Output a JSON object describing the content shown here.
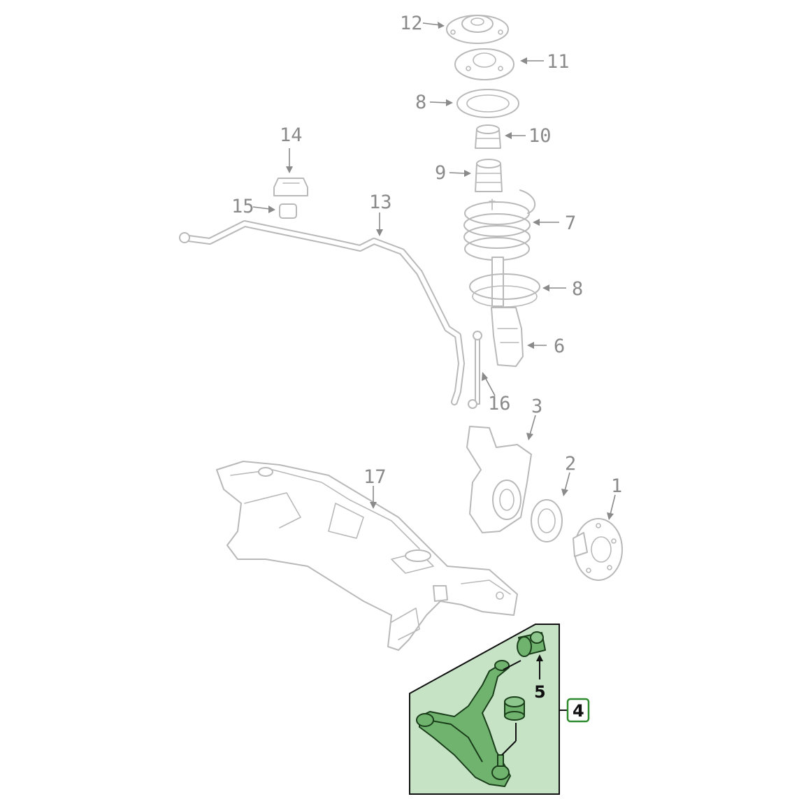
{
  "diagram": {
    "accent_color": "#6fb36f",
    "panel_color": "#c6e3c6",
    "highlighted_part": "4",
    "callouts": [
      {
        "id": "c12",
        "label": "12"
      },
      {
        "id": "c11",
        "label": "11"
      },
      {
        "id": "c8a",
        "label": "8"
      },
      {
        "id": "c10",
        "label": "10"
      },
      {
        "id": "c14",
        "label": "14"
      },
      {
        "id": "c9",
        "label": "9"
      },
      {
        "id": "c15",
        "label": "15"
      },
      {
        "id": "c13",
        "label": "13"
      },
      {
        "id": "c7",
        "label": "7"
      },
      {
        "id": "c8b",
        "label": "8"
      },
      {
        "id": "c6",
        "label": "6"
      },
      {
        "id": "c16",
        "label": "16"
      },
      {
        "id": "c3",
        "label": "3"
      },
      {
        "id": "c2",
        "label": "2"
      },
      {
        "id": "c17",
        "label": "17"
      },
      {
        "id": "c1",
        "label": "1"
      }
    ],
    "highlight_callouts": [
      {
        "id": "h5",
        "label": "5"
      },
      {
        "id": "h4",
        "label": "4"
      }
    ]
  }
}
